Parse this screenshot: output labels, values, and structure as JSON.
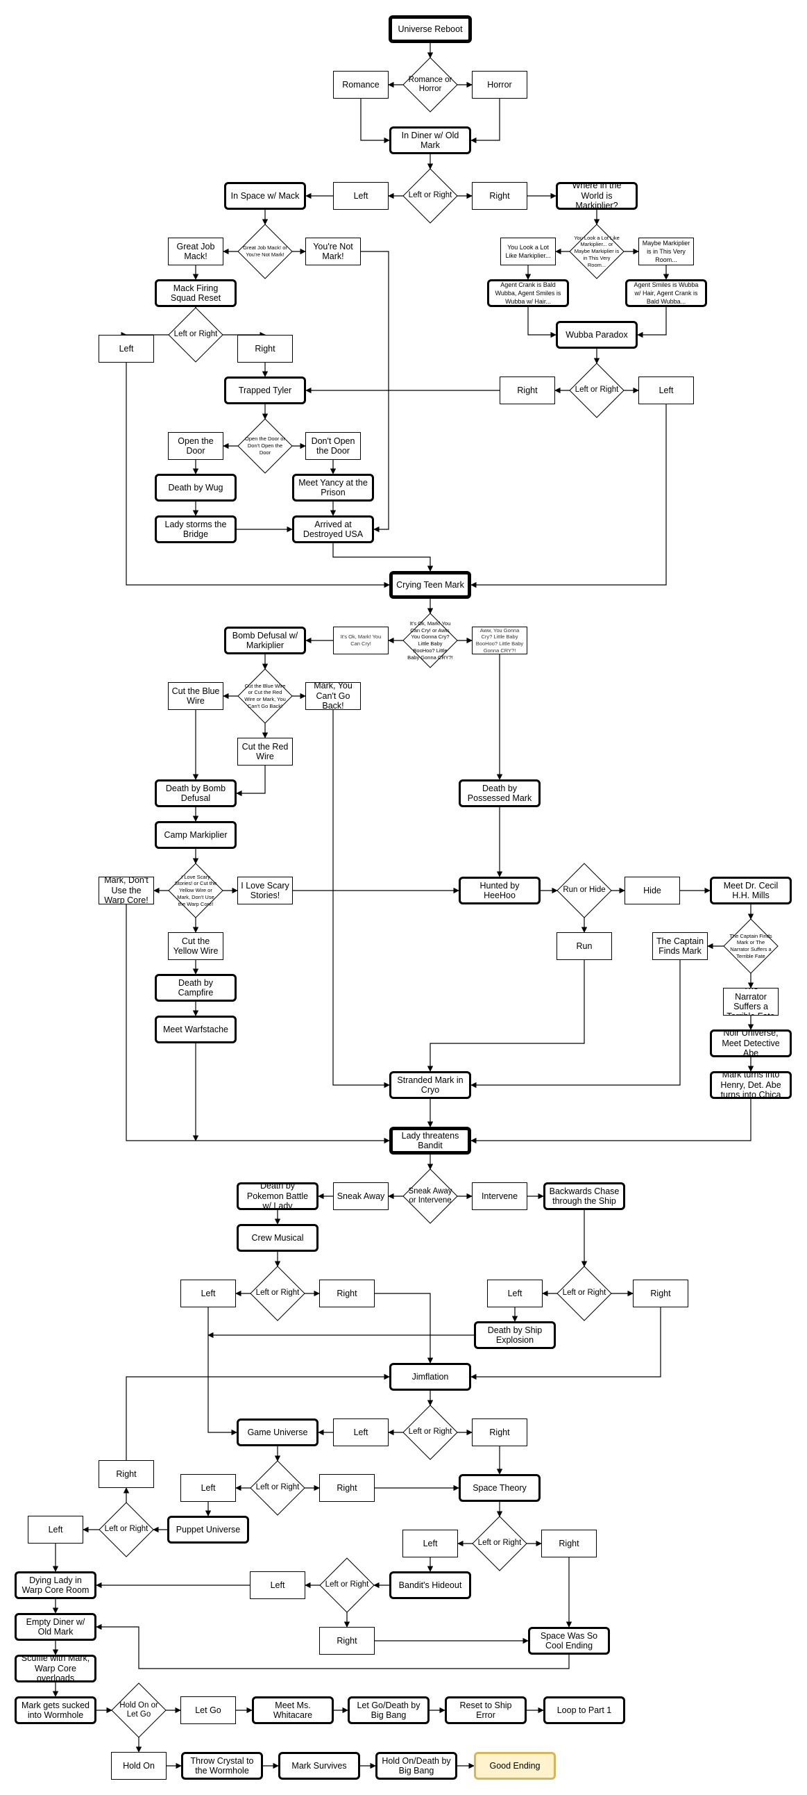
{
  "nodes": {
    "n1": "Universe Reboot",
    "n2": "Romance or Horror",
    "n3": "Romance",
    "n4": "Horror",
    "n5": "In Diner w/ Old Mark",
    "n6": "Left or Right",
    "n7": "Left",
    "n8": "Right",
    "n9": "In Space w/ Mack",
    "n10": "Where in the World is Markiplier?",
    "n11": "Great Job Mack!",
    "n12": "Great Job Mack! or You're Not Mark!",
    "n13": "You're Not Mark!",
    "n14": "You Look a Lot Like Markiplier... or Maybe Markiplier is in This Very Room...",
    "n15": "You Look a Lot Like Markiplier...",
    "n16": "Maybe Markiplier is in This Very Room...",
    "n17": "Mack Firing Squad Reset",
    "n18": "Agent Crank is Bald Wubba, Agent Smiles is Wubba w/ Hair...",
    "n19": "Agent Smiles is Wubba w/ Hair, Agent Crank is Bald Wubba...",
    "n20": "Left or Right",
    "n21": "Left",
    "n22": "Right",
    "n23": "Wubba Paradox",
    "n24": "Left or Right",
    "n25": "Right",
    "n26": "Left",
    "n27": "Trapped Tyler",
    "n28": "Open the Door or Don't Open the Door",
    "n29": "Open the Door",
    "n30": "Don't Open the Door",
    "n31": "Death by Wug",
    "n32": "Meet Yancy at the Prison",
    "n33": "Lady storms the Bridge",
    "n34": "Arrived at Destroyed USA",
    "n35": "Crying Teen Mark",
    "n36": "It's Ok, Mark! You Can Cry! or Aww, You Gonna Cry? Little Baby BooHoo? Little Baby Gonna CRY?!",
    "n37": "It's Ok, Mark! You Can Cry!",
    "n38": "Aww, You Gonna Cry? Little Baby BooHoo? Little Baby Gonna CRY?!",
    "n39": "Bomb Defusal w/ Markiplier",
    "n40": "Cut the Blue Wire or Cut the Red Wire or Mark, You Can't Go Back!",
    "n41": "Cut the Blue Wire",
    "n42": "Mark, You Can't Go Back!",
    "n43": "Cut the Red Wire",
    "n44": "Death by Bomb Defusal",
    "n45": "Death by Possessed Mark",
    "n46": "Camp Markiplier",
    "n47": "I Love Scary Stories! or Cut the Yellow Wire or Mark, Don't Use the Warp Core!",
    "n48": "Mark, Don't Use the Warp Core!",
    "n49": "I Love Scary Stories!",
    "n50": "Hunted by HeeHoo",
    "n51": "Run or Hide",
    "n52": "Hide",
    "n53": "Meet Dr. Cecil H.H. Mills",
    "n54": "Cut the Yellow Wire",
    "n55": "Run",
    "n56": "The Captain Finds Mark",
    "n57": "The Captain Finds Mark or The Narrator Suffers a Terrible Fate",
    "n58": "Death by Campfire",
    "n59": "The Narrator Suffers a Terrible Fate",
    "n60": "Meet Warfstache",
    "n61": "Noir Universe, Meet Detective Abe",
    "n62": "Stranded Mark in Cryo",
    "n63": "Mark turns into Henry, Det. Abe turns into Chica",
    "n64": "Lady threatens Bandit",
    "n65": "Sneak Away or Intervene",
    "n66": "Death by Pokemon Battle w/ Lady",
    "n67": "Sneak Away",
    "n68": "Intervene",
    "n69": "Backwards Chase through the Ship",
    "n70": "Crew Musical",
    "n71": "Left or Right",
    "n72": "Left or Right",
    "n73": "Left",
    "n74": "Right",
    "n75": "Left",
    "n76": "Right",
    "n77": "Death by Ship Explosion",
    "n78": "Jimflation",
    "n79": "Left or Right",
    "n80": "Game Universe",
    "n81": "Left",
    "n82": "Right",
    "n83": "Right",
    "n84": "Left or Right",
    "n85": "Left",
    "n86": "Right",
    "n87": "Space Theory",
    "n88": "Left",
    "n89": "Left or Right",
    "n90": "Puppet Universe",
    "n91": "Left or Right",
    "n92": "Left",
    "n93": "Right",
    "n94": "Dying Lady in Warp Core Room",
    "n95": "Left",
    "n96": "Left or Right",
    "n97": "Bandit's Hideout",
    "n98": "Empty Diner w/ Old Mark",
    "n99": "Right",
    "n100": "Space Was So Cool Ending",
    "n101": "Scuffle with Mark, Warp Core overloads",
    "n102": "Mark gets sucked into Wormhole",
    "n103": "Hold On or Let Go",
    "n104": "Let Go",
    "n105": "Meet Ms. Whitacare",
    "n106": "Let Go/Death by Big Bang",
    "n107": "Reset to Ship Error",
    "n108": "Loop to Part 1",
    "n109": "Hold On",
    "n110": "Throw Crystal to the Wormhole",
    "n111": "Mark Survives",
    "n112": "Hold On/Death by Big Bang",
    "n113": "Good Ending"
  },
  "colors": {
    "line": "#000000",
    "good_ending_fill": "#fff2cc",
    "good_ending_border": "#d6b656"
  }
}
